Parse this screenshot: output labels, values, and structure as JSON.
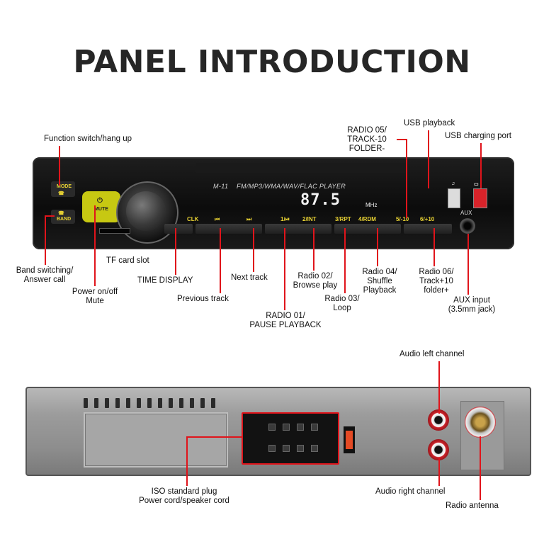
{
  "title": "PANEL INTRODUCTION",
  "device": {
    "model": "M-11",
    "formats": "FM/MP3/WMA/WAV/FLAC  PLAYER",
    "display_freq": "87.5",
    "display_unit": "MHz",
    "aux_label": "AUX",
    "mute_label": "MUTE",
    "mode_label": "MODE",
    "band_label": "BAND",
    "key_labels": [
      "CLK",
      "⏮",
      "⏭",
      "1/⏯",
      "2/INT",
      "3/RPT",
      "4/RDM",
      "5/-10",
      "6/+10"
    ]
  },
  "labels": {
    "function_switch": "Function switch/hang up",
    "band_switch": "Band switching/\nAnswer call",
    "power": "Power on/off\nMute",
    "tf_slot": "TF card slot",
    "time_display": "TIME DISPLAY",
    "previous_track": "Previous track",
    "next_track": "Next track",
    "radio01": "RADIO 01/\nPAUSE PLAYBACK",
    "radio02": "Radio 02/\nBrowse play",
    "radio03": "Radio 03/\nLoop",
    "radio04": "Radio 04/\nShuffle\nPlayback",
    "radio05": "RADIO 05/\nTRACK-10\nFOLDER-",
    "radio06": "Radio 06/\nTrack+10\nfolder+",
    "usb_playback": "USB playback",
    "usb_charging": "USB charging port",
    "aux_input": "AUX input\n(3.5mm jack)",
    "audio_left": "Audio left channel",
    "audio_right": "Audio right channel",
    "radio_antenna": "Radio antenna",
    "iso_plug": "ISO standard plug\nPower cord/speaker cord"
  },
  "colors": {
    "callout_line": "#e0141b",
    "accent_yellow": "#e8d233"
  }
}
